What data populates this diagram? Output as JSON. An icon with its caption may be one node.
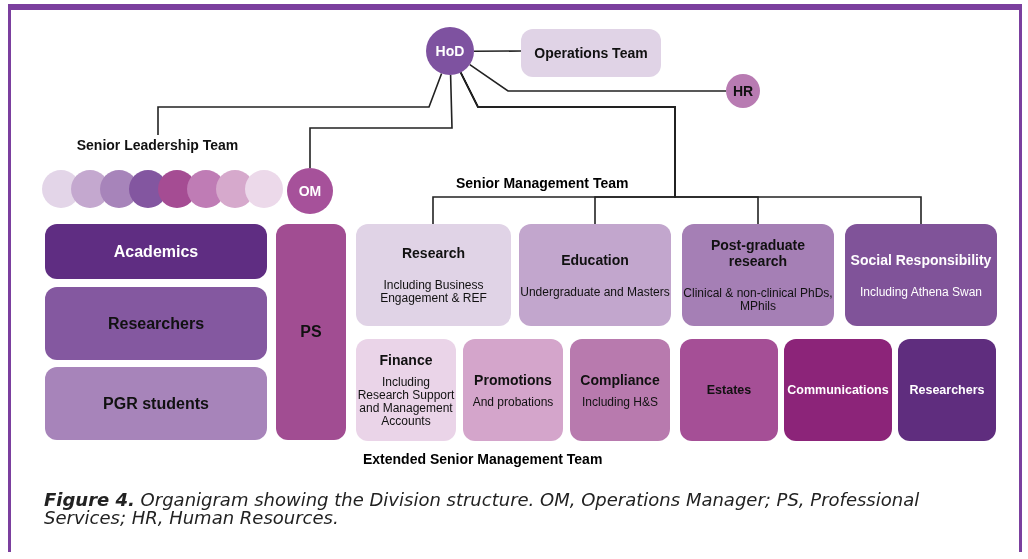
{
  "diagram": {
    "caption": "**Figure 4.** Organigram showing the Division structure. OM, Operations Manager; PS, Professional Services; HR, Human Resources.",
    "nodes": [
      {
        "text": [
          "HoD"
        ]
      },
      {
        "text": [
          "Operations Team"
        ]
      },
      {
        "text": [
          "HR"
        ]
      },
      {
        "text": [
          "Senior Leadership Team"
        ]
      },
      {
        "text": [],
        "shape": "circle"
      },
      {
        "text": [],
        "shape": "circle"
      },
      {
        "text": [],
        "shape": "circle"
      },
      {
        "text": [],
        "shape": "circle"
      },
      {
        "text": [],
        "shape": "circle"
      },
      {
        "text": [],
        "shape": "circle"
      },
      {
        "text": [],
        "shape": "circle"
      },
      {
        "text": [],
        "shape": "circle"
      },
      {
        "text": [
          "OM"
        ]
      },
      {
        "text": [
          "Research",
          "Including Business Engagement & REF"
        ]
      },
      {
        "text": [
          "Education",
          "Undergraduate and Masters"
        ]
      },
      {
        "text": [
          "Post-graduate research",
          "Clinical & non-clinical PhDs, MPhils"
        ]
      },
      {
        "text": [
          "Social Responsibility",
          "Including Athena Swan"
        ]
      },
      {
        "text": [
          "Academics"
        ]
      },
      {
        "text": [
          "Researchers"
        ]
      },
      {
        "text": [
          "PGR students"
        ]
      },
      {
        "text": [
          "PS"
        ]
      },
      {
        "text": [
          "Finance",
          "Including Research Support and Management Accounts"
        ]
      },
      {
        "text": [
          "Promotions",
          "And probations"
        ]
      },
      {
        "text": [
          "Compliance",
          "Including H&S"
        ]
      },
      {
        "text": [
          "Estates"
        ]
      },
      {
        "text": [
          "Communications"
        ]
      },
      {
        "text": [
          "Researchers"
        ]
      }
    ],
    "edges": [
      {
        "from": 0,
        "to": 1,
        "arrow": "none"
      },
      {
        "from": 0,
        "to": 2,
        "arrow": "none"
      },
      {
        "from": 0,
        "to": 3,
        "arrow": "none"
      },
      {
        "from": 0,
        "to": 12,
        "arrow": "none"
      },
      {
        "from": 0,
        "to": 13,
        "arrow": "none"
      },
      {
        "from": 0,
        "to": 14,
        "arrow": "none"
      },
      {
        "from": 0,
        "to": 15,
        "arrow": "none"
      },
      {
        "from": 0,
        "to": 16,
        "arrow": "none"
      }
    ],
    "labels": [
      "Senior Management Team",
      "Extended Senior Management Team"
    ]
  }
}
